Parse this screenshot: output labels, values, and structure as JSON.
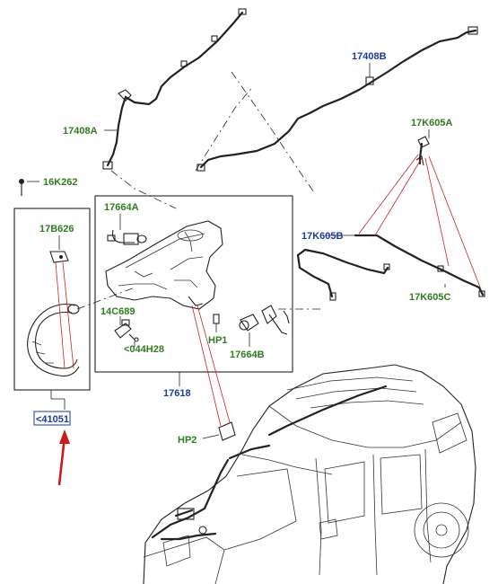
{
  "labels": {
    "l17408A": "17408A",
    "l17408B": "17408B",
    "l16K262": "16K262",
    "l17B626": "17B626",
    "l17664A": "17664A",
    "l17K605A": "17K605A",
    "l17K605B": "17K605B",
    "l17K605C": "17K605C",
    "l14C689": "14C689",
    "l044H28": "<044H28",
    "lHP1": "HP1",
    "l17664B": "17664B",
    "l17618": "17618",
    "lHP2": "HP2",
    "l41051": "<41051"
  },
  "colors": {
    "green_label": "#2f7d1e",
    "blue_label": "#1a3aa0",
    "callout_arrow": "#d0181c",
    "highlight_line": "#d02020"
  }
}
